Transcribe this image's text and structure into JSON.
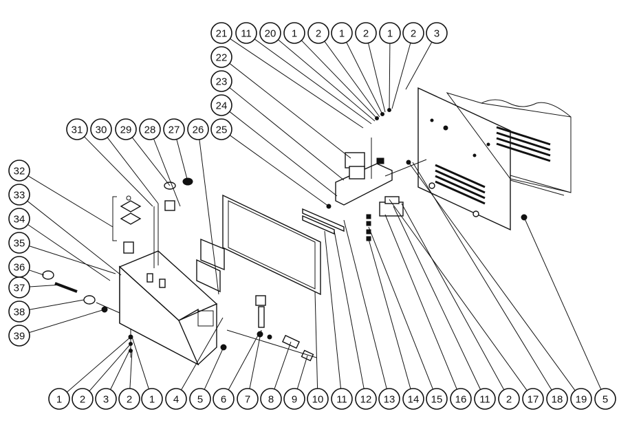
{
  "diagram": {
    "callouts": [
      {
        "id": "top-21",
        "label": "21"
      },
      {
        "id": "top-11",
        "label": "11"
      },
      {
        "id": "top-20",
        "label": "20"
      },
      {
        "id": "top-1a",
        "label": "1"
      },
      {
        "id": "top-2a",
        "label": "2"
      },
      {
        "id": "top-1b",
        "label": "1"
      },
      {
        "id": "top-2b",
        "label": "2"
      },
      {
        "id": "top-1c",
        "label": "1"
      },
      {
        "id": "top-2c",
        "label": "2"
      },
      {
        "id": "top-3",
        "label": "3"
      },
      {
        "id": "left-22",
        "label": "22"
      },
      {
        "id": "left-23",
        "label": "23"
      },
      {
        "id": "left-24",
        "label": "24"
      },
      {
        "id": "left-25",
        "label": "25"
      },
      {
        "id": "mid-31",
        "label": "31"
      },
      {
        "id": "mid-30",
        "label": "30"
      },
      {
        "id": "mid-29",
        "label": "29"
      },
      {
        "id": "mid-28",
        "label": "28"
      },
      {
        "id": "mid-27",
        "label": "27"
      },
      {
        "id": "mid-26",
        "label": "26"
      },
      {
        "id": "side-32",
        "label": "32"
      },
      {
        "id": "side-33",
        "label": "33"
      },
      {
        "id": "side-34",
        "label": "34"
      },
      {
        "id": "side-35",
        "label": "35"
      },
      {
        "id": "side-36",
        "label": "36"
      },
      {
        "id": "side-37",
        "label": "37"
      },
      {
        "id": "side-38",
        "label": "38"
      },
      {
        "id": "side-39",
        "label": "39"
      },
      {
        "id": "bot-1a",
        "label": "1"
      },
      {
        "id": "bot-2a",
        "label": "2"
      },
      {
        "id": "bot-3",
        "label": "3"
      },
      {
        "id": "bot-2b",
        "label": "2"
      },
      {
        "id": "bot-1b",
        "label": "1"
      },
      {
        "id": "bot-4",
        "label": "4"
      },
      {
        "id": "bot-5",
        "label": "5"
      },
      {
        "id": "bot-6",
        "label": "6"
      },
      {
        "id": "bot-7",
        "label": "7"
      },
      {
        "id": "bot-8",
        "label": "8"
      },
      {
        "id": "bot-9",
        "label": "9"
      },
      {
        "id": "bot-10",
        "label": "10"
      },
      {
        "id": "bot-11a",
        "label": "11"
      },
      {
        "id": "bot-12",
        "label": "12"
      },
      {
        "id": "bot-13",
        "label": "13"
      },
      {
        "id": "bot-14",
        "label": "14"
      },
      {
        "id": "bot-15",
        "label": "15"
      },
      {
        "id": "bot-16",
        "label": "16"
      },
      {
        "id": "bot-11b",
        "label": "11"
      },
      {
        "id": "bot-2c",
        "label": "2"
      },
      {
        "id": "bot-17",
        "label": "17"
      },
      {
        "id": "bot-18",
        "label": "18"
      },
      {
        "id": "bot-19",
        "label": "19"
      },
      {
        "id": "bot-5b",
        "label": "5"
      }
    ]
  }
}
